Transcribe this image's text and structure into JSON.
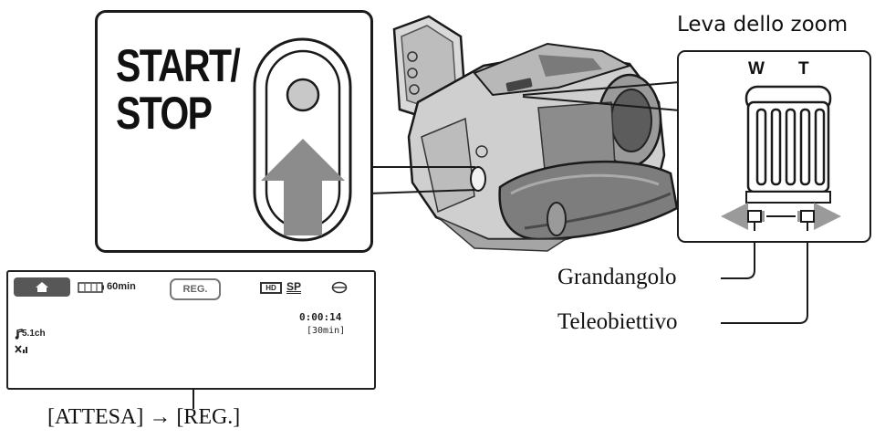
{
  "start_stop": {
    "line1": "START/",
    "line2": "STOP"
  },
  "zoom": {
    "title": "Leva dello zoom",
    "wide_mark": "W",
    "tele_mark": "T",
    "wide_label": "Grandangolo",
    "tele_label": "Teleobiettivo"
  },
  "lcd": {
    "battery": "60min",
    "mode_badge": "REG.",
    "hd_badge": "HD",
    "quality": "SP",
    "timecode": "0:00:14",
    "remaining": "[30min]",
    "audio": "5.1ch"
  },
  "caption": {
    "text": "[ATTESA] → [REG.]"
  },
  "colors": {
    "ink": "#1a1a1a",
    "gray_dark": "#575757",
    "gray_mid": "#8c8c8c",
    "gray_light": "#c8c8c8"
  }
}
